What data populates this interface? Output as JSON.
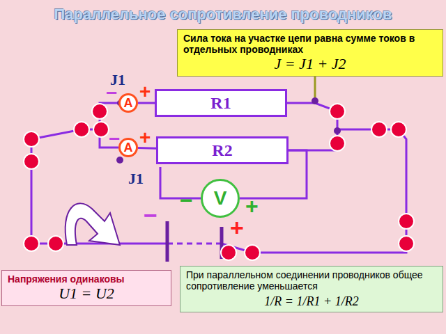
{
  "diagram": {
    "title": "Параллельное сопротивление проводников",
    "nodes": [
      {
        "text": [
          "Сила тока на участке цепи равна сумме токов в отдельных проводниках",
          "J = J1 + J2"
        ]
      },
      {
        "text": [
          "A"
        ]
      },
      {
        "text": [
          "R1"
        ]
      },
      {
        "text": [
          "A"
        ]
      },
      {
        "text": [
          "R2"
        ]
      },
      {
        "text": [
          "V"
        ]
      },
      {
        "text": [
          "Напряжения одинаковы",
          "U1 = U2"
        ]
      },
      {
        "text": [
          "При параллельном соединении проводников общее сопротивление уменьшается",
          "1/R = 1/R1 + 1/R2"
        ]
      }
    ],
    "edges": [
      {
        "from": 1,
        "to": 2,
        "arrow": "none"
      },
      {
        "from": 3,
        "to": 4,
        "arrow": "none"
      },
      {
        "from": 5,
        "to": 4,
        "arrow": "none"
      }
    ],
    "labels": [
      "J1",
      "J1",
      "−",
      "+",
      "−",
      "+",
      "−",
      "+",
      "−",
      "+"
    ]
  }
}
